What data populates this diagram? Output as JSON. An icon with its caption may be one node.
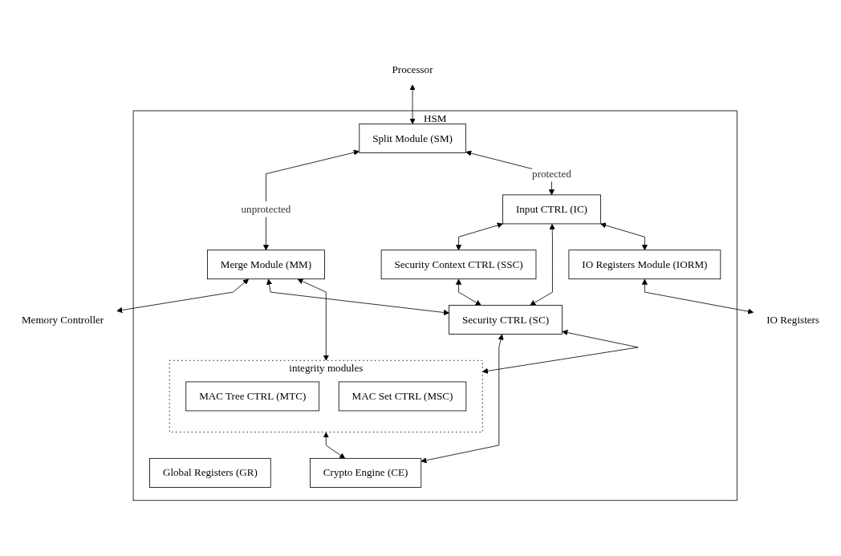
{
  "diagram": {
    "nodes": [
      {
        "text": [
          "HSM"
        ]
      },
      {
        "text": [
          "Processor"
        ]
      },
      {
        "text": [
          "Split Module (SM)"
        ],
        "in": 0
      },
      {
        "text": [
          "Merge Module (MM)"
        ],
        "in": 0
      },
      {
        "text": [
          "Memory Controller"
        ]
      },
      {
        "text": [
          "Global Registers (GR)"
        ],
        "in": 0
      },
      {
        "text": [
          "Input CTRL (IC)"
        ],
        "in": 0
      },
      {
        "text": [
          "Security Context CTRL (SSC)"
        ],
        "in": 0
      },
      {
        "text": [
          "Security CTRL (SC)"
        ],
        "in": 0
      },
      {
        "text": [
          "integrity modules"
        ],
        "in": 0
      },
      {
        "text": [
          "MAC Tree CTRL (MTC)"
        ],
        "in": 9
      },
      {
        "text": [
          "MAC Set CTRL (MSC)"
        ],
        "in": 9
      },
      {
        "text": [
          "Crypto Engine (CE)"
        ],
        "in": 0
      },
      {
        "text": [
          "IO Registers Module (IORM)"
        ],
        "in": 0
      },
      {
        "text": [
          "IO Registers"
        ]
      }
    ],
    "edges": [
      {
        "from": 1,
        "to": 2,
        "arrow": "both"
      },
      {
        "from": 2,
        "to": 3,
        "arrow": "both",
        "label": "unprotected"
      },
      {
        "from": 3,
        "to": 4,
        "arrow": "both"
      },
      {
        "from": 2,
        "to": 6,
        "arrow": "both",
        "label": "protected"
      },
      {
        "from": 3,
        "to": 8,
        "arrow": "both"
      },
      {
        "from": 3,
        "to": 9,
        "arrow": "both"
      },
      {
        "from": 6,
        "to": 7,
        "arrow": "both"
      },
      {
        "from": 7,
        "to": 8,
        "arrow": "both"
      },
      {
        "from": 8,
        "to": 9,
        "arrow": "both"
      },
      {
        "from": 6,
        "to": 8,
        "arrow": "both"
      },
      {
        "from": 9,
        "to": 12,
        "arrow": "both"
      },
      {
        "from": 8,
        "to": 12,
        "arrow": "both"
      },
      {
        "from": 6,
        "to": 13,
        "arrow": "both"
      },
      {
        "from": 13,
        "to": 14,
        "arrow": "both"
      }
    ]
  }
}
